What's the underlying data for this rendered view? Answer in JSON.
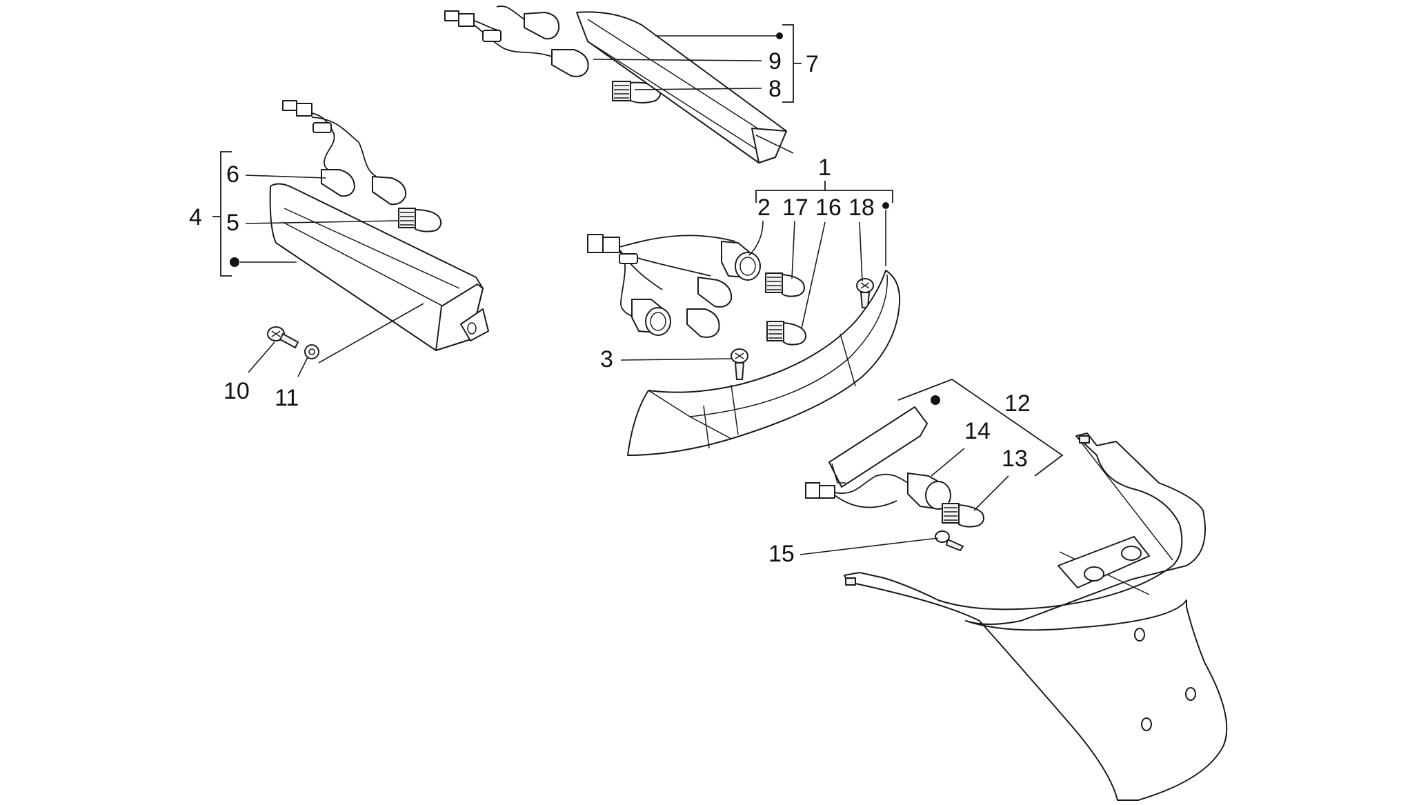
{
  "diagram": {
    "background_color": "#ffffff",
    "line_color": "#1a1a1a",
    "callouts": {
      "c1": "1",
      "c2": "2",
      "c3": "3",
      "c4": "4",
      "c5": "5",
      "c6": "6",
      "c7": "7",
      "c8": "8",
      "c9": "9",
      "c10": "10",
      "c11": "11",
      "c12": "12",
      "c13": "13",
      "c14": "14",
      "c15": "15",
      "c16": "16",
      "c17": "17",
      "c18": "18"
    }
  }
}
